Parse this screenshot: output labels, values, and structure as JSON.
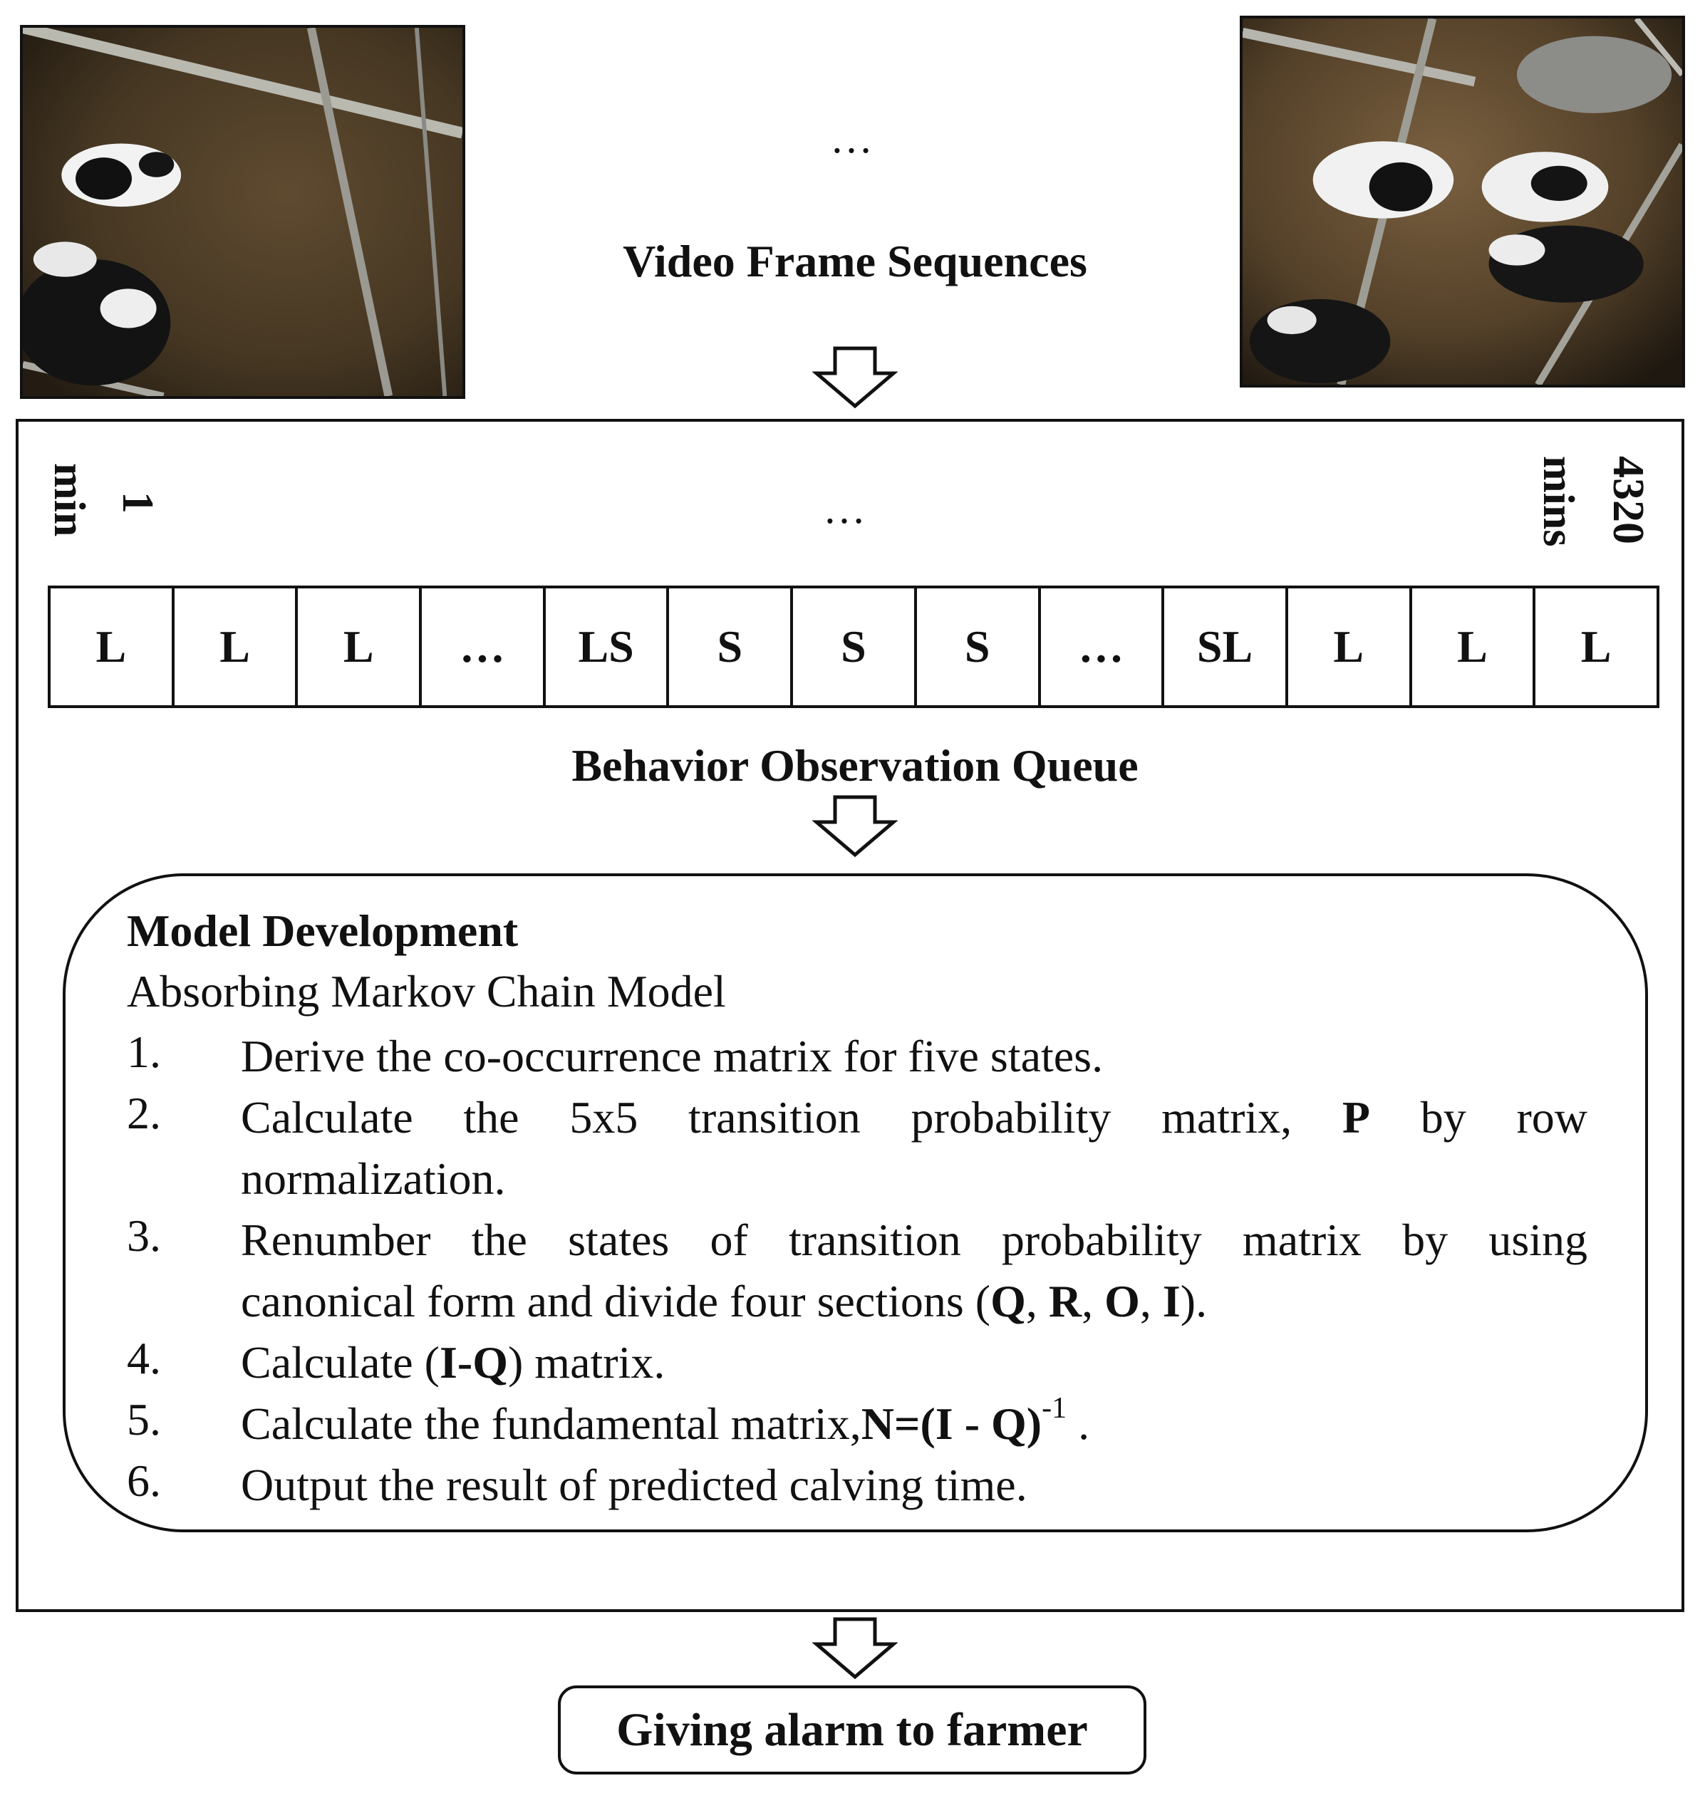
{
  "top": {
    "ellipsis": "…",
    "caption": "Video Frame Sequences"
  },
  "queue": {
    "start_number": "1",
    "start_unit": "min",
    "middle_ellipsis": "…",
    "end_number": "4320",
    "end_unit": "mins",
    "cells": [
      "L",
      "L",
      "L",
      "…",
      "LS",
      "S",
      "S",
      "S",
      "…",
      "SL",
      "L",
      "L",
      "L"
    ],
    "caption": "Behavior Observation Queue"
  },
  "model": {
    "title": "Model Development",
    "subtitle": "Absorbing Markov Chain Model",
    "steps": [
      {
        "num": "1.",
        "text": "Derive the co-occurrence matrix for five states."
      },
      {
        "num": "2.",
        "line1_a": "Calculate the 5x5 transition probability matrix,",
        "line1_bold": "P",
        "line1_b": "by row",
        "line2": "normalization."
      },
      {
        "num": "3.",
        "line1": "Renumber the states of transition probability matrix by using",
        "line2_a": "canonical form and divide four sections (",
        "q": "Q",
        "r": "R",
        "o": "O",
        "i": "I",
        "line2_end": ")."
      },
      {
        "num": "4.",
        "a": "Calculate (",
        "bold": "I-Q",
        "b": ") matrix."
      },
      {
        "num": "5.",
        "a": "Calculate the fundamental matrix,",
        "bold": "N=(I - Q)",
        "sup": "-1",
        "b": "."
      },
      {
        "num": "6.",
        "text": "Output the result of predicted calving time."
      }
    ]
  },
  "alarm": {
    "label": "Giving alarm to farmer"
  }
}
